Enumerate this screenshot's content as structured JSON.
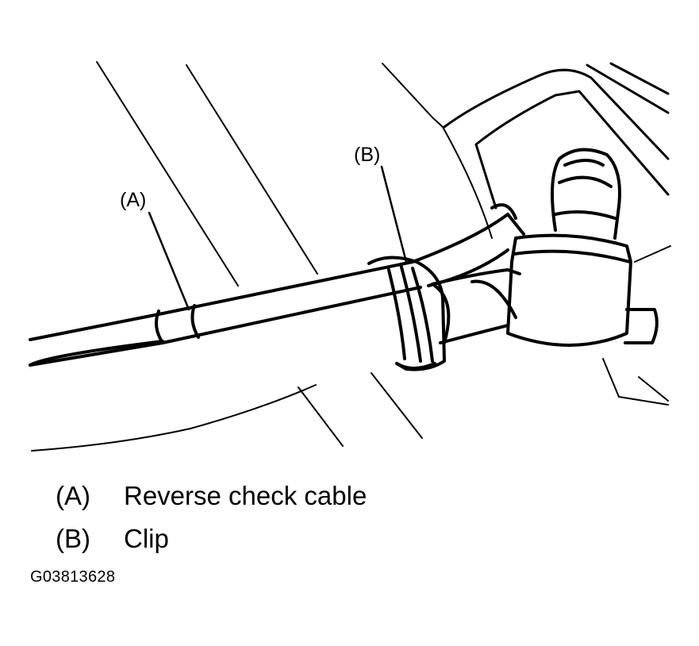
{
  "callouts": {
    "a": "(A)",
    "b": "(B)"
  },
  "legend": [
    {
      "key": "(A)",
      "text": "Reverse check cable"
    },
    {
      "key": "(B)",
      "text": "Clip"
    }
  ],
  "figure_id": "G03813628",
  "colors": {
    "ink": "#000000",
    "paper": "#ffffff"
  }
}
